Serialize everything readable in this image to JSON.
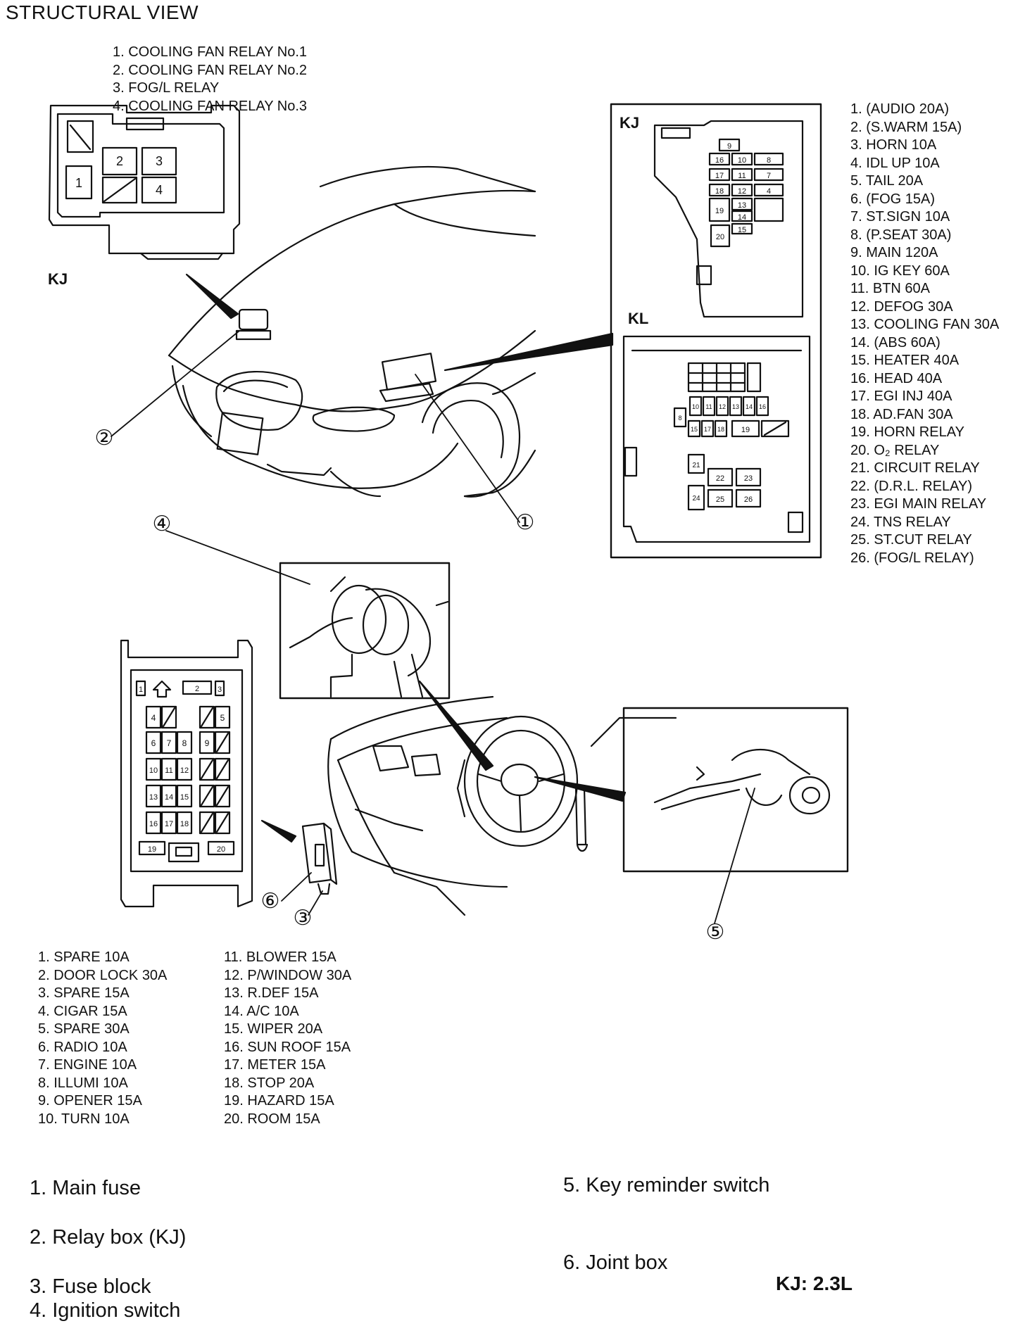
{
  "title": "STRUCTURAL VIEW",
  "relay_box": {
    "tag": "KJ",
    "items": [
      "1. COOLING FAN RELAY No.1",
      "2. COOLING FAN RELAY No.2",
      "3. FOG/L RELAY",
      "4. COOLING FAN RELAY No.3"
    ],
    "cell_labels": [
      "1",
      "2",
      "3",
      "4"
    ]
  },
  "main_fuse": {
    "tag_kj": "KJ",
    "tag_kl": "KL",
    "items": [
      "1. (AUDIO 20A)",
      "2. (S.WARM 15A)",
      "3. HORN 10A",
      "4. IDL UP 10A",
      "5. TAIL 20A",
      "6. (FOG 15A)",
      "7. ST.SIGN 10A",
      "8. (P.SEAT 30A)",
      "9. MAIN 120A",
      "10. IG KEY 60A",
      "11. BTN 60A",
      "12. DEFOG 30A",
      "13. COOLING FAN 30A",
      "14. (ABS 60A)",
      "15. HEATER 40A",
      "16. HEAD 40A",
      "17. EGI INJ 40A",
      "18. AD.FAN 30A",
      "19. HORN RELAY",
      "20. O₂ RELAY",
      "21. CIRCUIT RELAY",
      "22. (D.R.L. RELAY)",
      "23. EGI MAIN RELAY",
      "24. TNS RELAY",
      "25. ST.CUT RELAY",
      "26. (FOG/L RELAY)"
    ],
    "kj_cells": [
      "9",
      "16",
      "10",
      "8",
      "17",
      "11",
      "7",
      "18",
      "12",
      "4",
      "19",
      "13",
      "14",
      "15",
      "20"
    ],
    "kl_cells": [
      "10",
      "11",
      "12",
      "13",
      "14",
      "16",
      "8",
      "15",
      "17",
      "18",
      "19",
      "21",
      "22",
      "23",
      "24",
      "25",
      "26"
    ]
  },
  "fuse_block": {
    "items_col1": [
      "1. SPARE 10A",
      "2. DOOR LOCK 30A",
      "3. SPARE 15A",
      "4. CIGAR 15A",
      "5. SPARE 30A",
      "6. RADIO 10A",
      "7. ENGINE 10A",
      "8. ILLUMI 10A",
      "9. OPENER 15A",
      "10. TURN 10A"
    ],
    "items_col2": [
      "11. BLOWER 15A",
      "12. P/WINDOW 30A",
      "13. R.DEF 15A",
      "14. A/C 10A",
      "15. WIPER 20A",
      "16. SUN ROOF 15A",
      "17. METER 15A",
      "18. STOP 20A",
      "19. HAZARD 15A",
      "20. ROOM 15A"
    ],
    "cells": [
      "1",
      "2",
      "3",
      "4",
      "5",
      "6",
      "7",
      "8",
      "9",
      "10",
      "11",
      "12",
      "13",
      "14",
      "15",
      "16",
      "17",
      "18",
      "19",
      "20"
    ]
  },
  "callouts": [
    "①",
    "②",
    "③",
    "④",
    "⑤",
    "⑥"
  ],
  "legend": {
    "items": [
      "1.  Main fuse",
      "2.  Relay box (KJ)",
      "3.  Fuse block",
      "4.  Ignition switch",
      "5.  Key reminder switch",
      "6.  Joint box"
    ],
    "note": "KJ: 2.3L"
  },
  "colors": {
    "ink": "#111111",
    "paper": "#ffffff"
  }
}
